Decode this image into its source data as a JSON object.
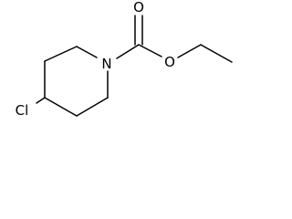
{
  "molecule": {
    "atom_labels": {
      "nitrogen": "N",
      "carbonyl_oxygen": "O",
      "ester_oxygen": "O",
      "chlorine": "Cl"
    }
  }
}
